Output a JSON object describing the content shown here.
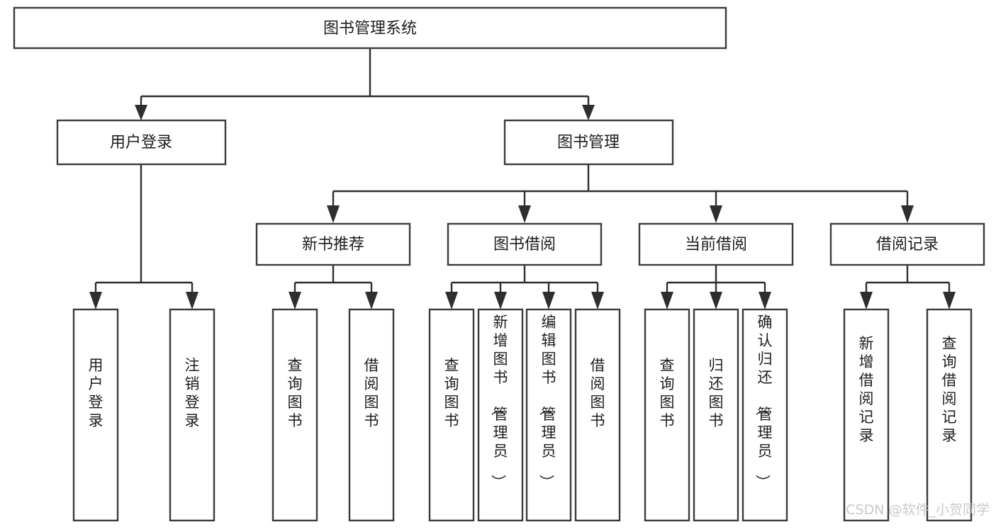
{
  "diagram": {
    "type": "tree",
    "orientation": "top-down",
    "title": "图书管理系统",
    "root": {
      "id": "root",
      "label": "图书管理系统",
      "level": 0,
      "orientation": "horizontal"
    },
    "level2": [
      {
        "id": "user-login",
        "label": "用户登录",
        "level": 1,
        "orientation": "horizontal"
      },
      {
        "id": "book-manage",
        "label": "图书管理",
        "level": 1,
        "orientation": "horizontal"
      }
    ],
    "level3": [
      {
        "id": "new-book-recommend",
        "label": "新书推荐",
        "level": 2,
        "orientation": "horizontal",
        "parent": "book-manage"
      },
      {
        "id": "book-borrow",
        "label": "图书借阅",
        "level": 2,
        "orientation": "horizontal",
        "parent": "book-manage"
      },
      {
        "id": "current-borrow",
        "label": "当前借阅",
        "level": 2,
        "orientation": "horizontal",
        "parent": "book-manage"
      },
      {
        "id": "borrow-record",
        "label": "借阅记录",
        "level": 2,
        "orientation": "horizontal",
        "parent": "book-manage"
      }
    ],
    "leaves": [
      {
        "id": "leaf-user-login",
        "label": "用户登录",
        "orientation": "vertical",
        "parent": "user-login"
      },
      {
        "id": "leaf-logout-login",
        "label": "注销登录",
        "orientation": "vertical",
        "parent": "user-login"
      },
      {
        "id": "leaf-query-book-1",
        "label": "查询图书",
        "orientation": "vertical",
        "parent": "new-book-recommend"
      },
      {
        "id": "leaf-borrow-book-1",
        "label": "借阅图书",
        "orientation": "vertical",
        "parent": "new-book-recommend"
      },
      {
        "id": "leaf-query-book-2",
        "label": "查询图书",
        "orientation": "vertical",
        "parent": "book-borrow"
      },
      {
        "id": "leaf-add-book",
        "label": "新增图书（管理员）",
        "orientation": "vertical",
        "parent": "book-borrow"
      },
      {
        "id": "leaf-edit-book",
        "label": "编辑图书（管理员）",
        "orientation": "vertical",
        "parent": "book-borrow"
      },
      {
        "id": "leaf-borrow-book-2",
        "label": "借阅图书",
        "orientation": "vertical",
        "parent": "book-borrow"
      },
      {
        "id": "leaf-query-book-3",
        "label": "查询图书",
        "orientation": "vertical",
        "parent": "current-borrow"
      },
      {
        "id": "leaf-return-book",
        "label": "归还图书",
        "orientation": "vertical",
        "parent": "current-borrow"
      },
      {
        "id": "leaf-confirm-return",
        "label": "确认归还（管理员）",
        "orientation": "vertical",
        "parent": "current-borrow"
      },
      {
        "id": "leaf-add-record",
        "label": "新增借阅记录",
        "orientation": "vertical",
        "parent": "borrow-record"
      },
      {
        "id": "leaf-query-record",
        "label": "查询借阅记录",
        "orientation": "vertical",
        "parent": "borrow-record"
      }
    ]
  },
  "watermark": {
    "text": "CSDN @软件_小贺同学"
  },
  "colors": {
    "background": "#ffffff",
    "box_fill": "#ffffff",
    "box_stroke": "#3b3b3b",
    "connector": "#2e2e2e",
    "text": "#1d1d1d",
    "watermark": "#c9c9c9"
  }
}
